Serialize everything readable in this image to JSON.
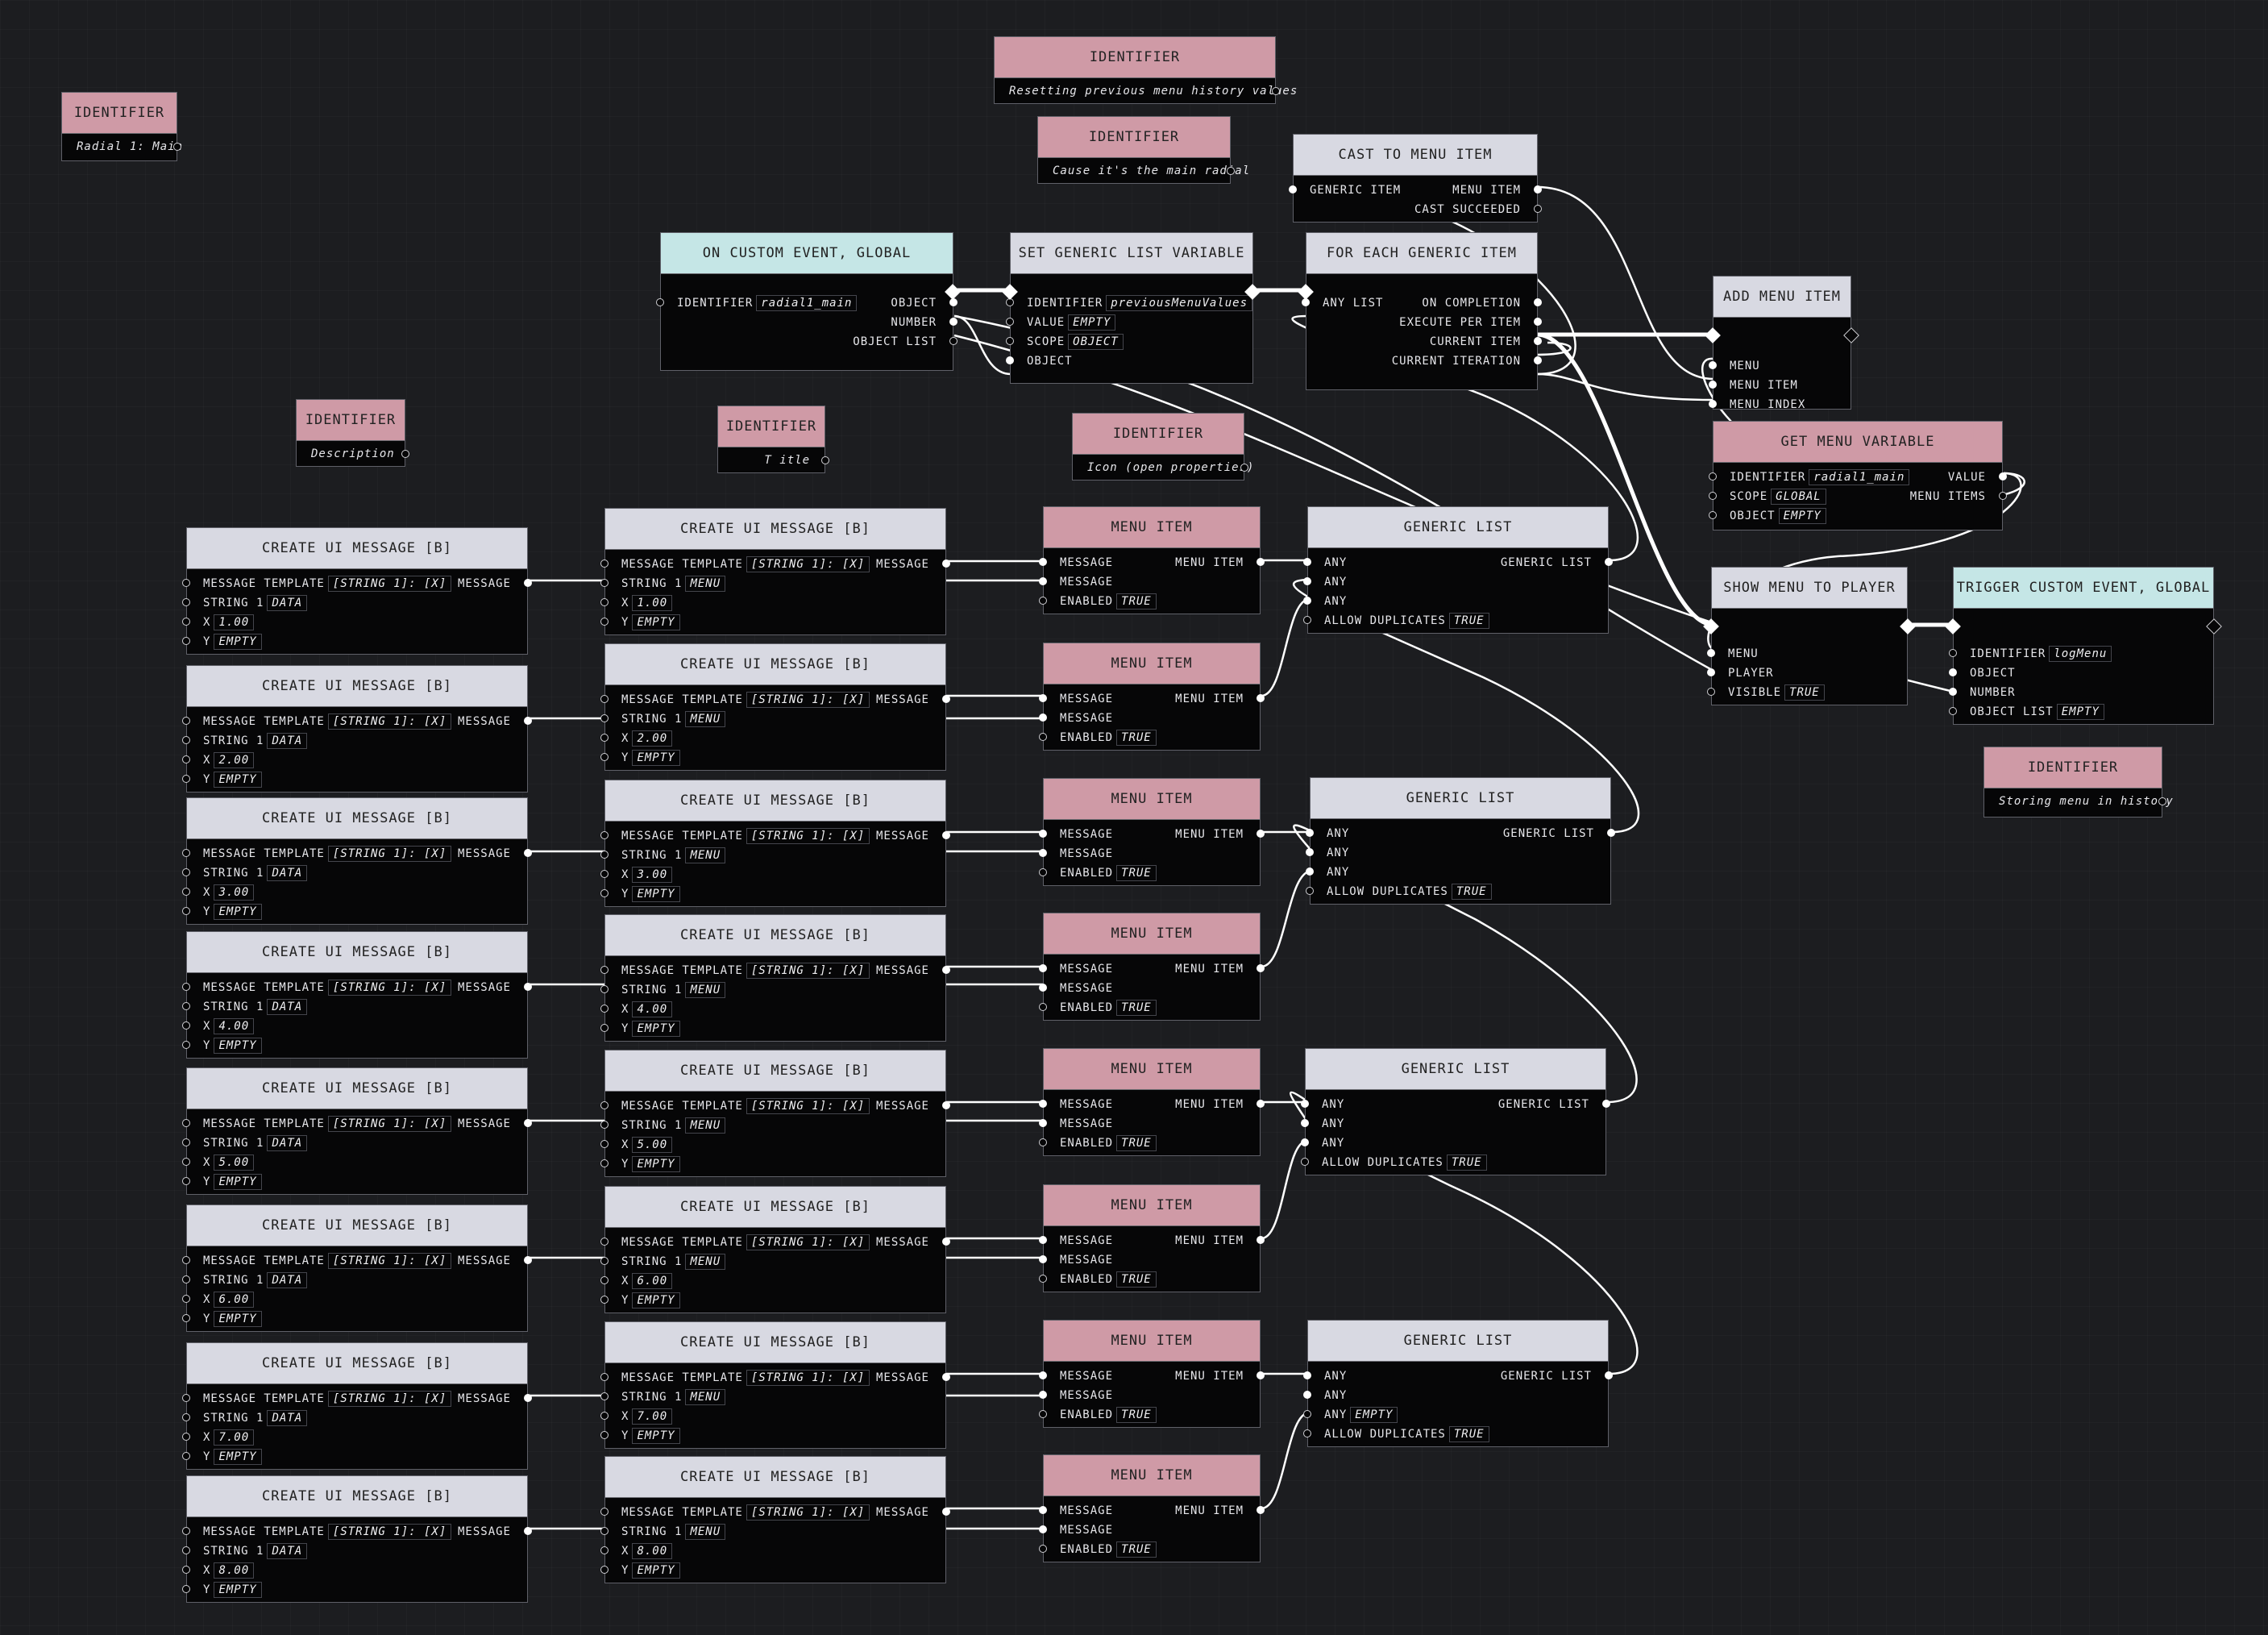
{
  "labels": {
    "identifier": "IDENTIFIER",
    "create_ui_message": "CREATE UI MESSAGE [B]",
    "menu_item": "MENU ITEM",
    "generic_list": "GENERIC LIST",
    "message_template": "MESSAGE TEMPLATE",
    "template_value": "[STRING 1]: [X]",
    "message": "MESSAGE",
    "string_1": "STRING 1",
    "x": "X",
    "y": "Y",
    "empty": "EMPTY",
    "data": "DATA",
    "menu": "MENU",
    "enabled": "ENABLED",
    "true": "TRUE",
    "any": "ANY",
    "allow_duplicates": "ALLOW DUPLICATES"
  },
  "notes": {
    "radial_main": "Radial 1: Main",
    "resetting": "Resetting previous menu history values",
    "cause_main": "Cause it's the main radial",
    "description": "Description",
    "title": "T itle",
    "icon": "Icon (open properties)",
    "storing": "Storing menu in history"
  },
  "event_node": {
    "title": "ON CUSTOM EVENT, GLOBAL",
    "identifier_label": "IDENTIFIER",
    "identifier_value": "radial1_main",
    "object": "OBJECT",
    "number": "NUMBER",
    "object_list": "OBJECT LIST"
  },
  "set_var_node": {
    "title": "SET GENERIC LIST VARIABLE",
    "identifier_label": "IDENTIFIER",
    "identifier_value": "previousMenuValues",
    "value_label": "VALUE",
    "value_value": "EMPTY",
    "scope_label": "SCOPE",
    "scope_value": "OBJECT",
    "object": "OBJECT"
  },
  "foreach_node": {
    "title": "FOR EACH GENERIC ITEM",
    "any_list": "ANY LIST",
    "on_completion": "ON COMPLETION",
    "execute_per_item": "EXECUTE PER ITEM",
    "current_item": "CURRENT ITEM",
    "current_iteration": "CURRENT ITERATION"
  },
  "cast_node": {
    "title": "CAST TO MENU ITEM",
    "generic_item": "GENERIC ITEM",
    "menu_item": "MENU ITEM",
    "cast_succeeded": "CAST SUCCEEDED"
  },
  "add_menu_node": {
    "title": "ADD MENU ITEM",
    "menu": "MENU",
    "menu_item": "MENU ITEM",
    "menu_index": "MENU INDEX"
  },
  "get_var_node": {
    "title": "GET MENU VARIABLE",
    "identifier_label": "IDENTIFIER",
    "identifier_value": "radial1_main",
    "value": "VALUE",
    "scope_label": "SCOPE",
    "scope_value": "GLOBAL",
    "menu_items": "MENU ITEMS",
    "object_label": "OBJECT",
    "object_value": "EMPTY"
  },
  "show_menu_node": {
    "title": "SHOW MENU TO PLAYER",
    "menu": "MENU",
    "player": "PLAYER",
    "visible_label": "VISIBLE",
    "visible_value": "TRUE"
  },
  "trigger_node": {
    "title": "TRIGGER CUSTOM EVENT, GLOBAL",
    "identifier_label": "IDENTIFIER",
    "identifier_value": "logMenu",
    "object": "OBJECT",
    "number": "NUMBER",
    "object_list_label": "OBJECT LIST",
    "object_list_value": "EMPTY"
  },
  "create_left": [
    {
      "x": "1.00",
      "y": "EMPTY"
    },
    {
      "x": "2.00",
      "y": "EMPTY"
    },
    {
      "x": "3.00",
      "y": "EMPTY"
    },
    {
      "x": "4.00",
      "y": "EMPTY"
    },
    {
      "x": "5.00",
      "y": "EMPTY"
    },
    {
      "x": "6.00",
      "y": "EMPTY"
    },
    {
      "x": "7.00",
      "y": "EMPTY"
    },
    {
      "x": "8.00",
      "y": "EMPTY"
    }
  ],
  "create_right": [
    {
      "x": "1.00",
      "y": "EMPTY"
    },
    {
      "x": "2.00",
      "y": "EMPTY"
    },
    {
      "x": "3.00",
      "y": "EMPTY"
    },
    {
      "x": "4.00",
      "y": "EMPTY"
    },
    {
      "x": "5.00",
      "y": "EMPTY"
    },
    {
      "x": "6.00",
      "y": "EMPTY"
    },
    {
      "x": "7.00",
      "y": "EMPTY"
    },
    {
      "x": "8.00",
      "y": "EMPTY"
    }
  ],
  "colors": {
    "background": "#1c1d20",
    "header_white": "#d8d9e2",
    "header_pink": "#cf9aa6",
    "header_teal": "#c5e6e6",
    "wire": "#ffffff"
  }
}
